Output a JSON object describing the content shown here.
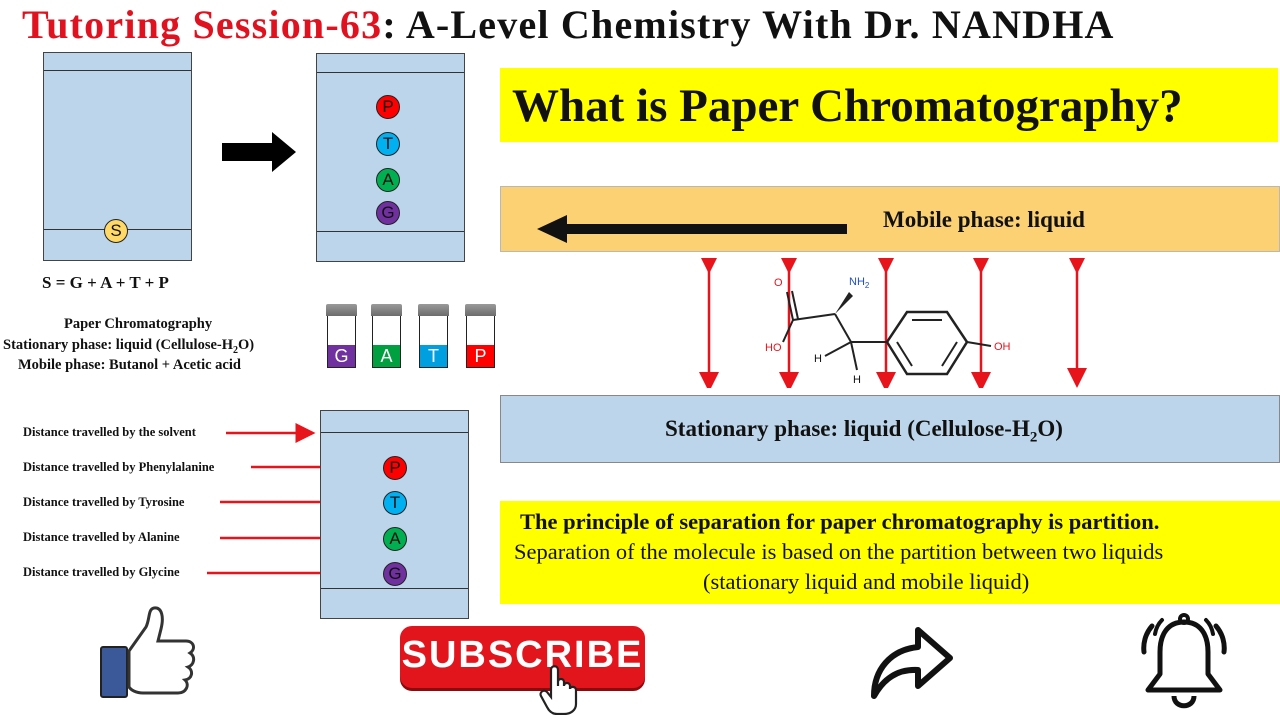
{
  "title": {
    "part1": "Tutoring Session-63",
    "part2": ": A-Level Chemistry With Dr. NANDHA"
  },
  "before_spot": "S",
  "after_spots": [
    "P",
    "T",
    "A",
    "G"
  ],
  "equation": "S = G + A + T + P",
  "info": {
    "heading": "Paper Chromatography",
    "stationary": "Stationary  phase: liquid (Cellulose-H",
    "stationary_sub": "2",
    "stationary_end": "O)",
    "mobile": "Mobile phase: Butanol + Acetic acid"
  },
  "vials": [
    {
      "label": "G",
      "color": "#7030a0"
    },
    {
      "label": "A",
      "color": "#00a040"
    },
    {
      "label": "T",
      "color": "#00a0e0"
    },
    {
      "label": "P",
      "color": "#ff0000"
    }
  ],
  "distances": [
    "Distance travelled by the solvent",
    "Distance travelled by Phenylalanine",
    "Distance travelled by Tyrosine",
    "Distance travelled by Alanine",
    "Distance travelled by Glycine"
  ],
  "result_spots": [
    "P",
    "T",
    "A",
    "G"
  ],
  "spot_colors": {
    "P": "#ff0000",
    "T": "#00b0f0",
    "A": "#00b050",
    "G": "#7030a0",
    "S": "#ffd966"
  },
  "question": "What is Paper Chromatography?",
  "mobile_phase": "Mobile phase: liquid",
  "stationary_phase": {
    "text": "Stationary phase: liquid (Cellulose-H",
    "sub": "2",
    "end": "O)"
  },
  "molecule_labels": {
    "o": "O",
    "nh2": "NH",
    "nh2_sub": "2",
    "ho": "HO",
    "h1": "H",
    "h2": "H",
    "oh": "OH"
  },
  "principle": {
    "line1": "The principle of separation for paper chromatography is partition.",
    "line2": "Separation of the molecule is based on the partition between two liquids",
    "line3": "(stationary liquid and mobile liquid)"
  },
  "subscribe_label": "SUBSCRIBE",
  "icons": [
    "like-icon",
    "subscribe-button",
    "share-icon",
    "bell-icon"
  ],
  "colors": {
    "title_red": "#e0121f",
    "highlight_yellow": "#ffff00",
    "mobile_orange": "#fbd173",
    "paper_blue": "#bcd5ea",
    "arrow_red": "#e8141c"
  }
}
